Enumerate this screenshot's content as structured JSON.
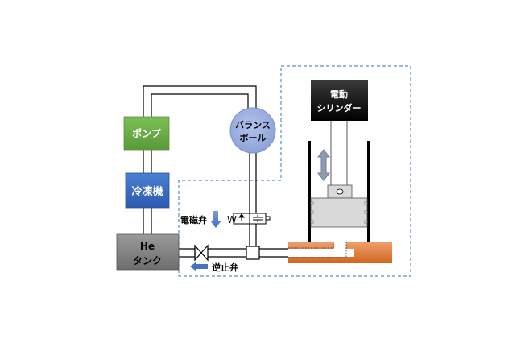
{
  "diagram": {
    "components": {
      "pump": {
        "label": "ポンプ",
        "color": "#6aa84f"
      },
      "refrigerator": {
        "label": "冷凍機",
        "color": "#3c6fc4"
      },
      "he_tank": {
        "label_line1": "He",
        "label_line2": "タンク",
        "color": "#808080"
      },
      "balance_ball": {
        "label_line1": "バランス",
        "label_line2": "ボール",
        "color": "#9aaee0"
      },
      "electric_cylinder": {
        "label_line1": "電動",
        "label_line2": "シリンダー",
        "color": "#000000"
      },
      "solenoid_valve": {
        "label": "電磁弁",
        "symbol_letter": "W"
      },
      "check_valve": {
        "label": "逆止弁"
      }
    },
    "colors": {
      "arrow_blue": "#4472c4",
      "dashed_border": "#5b8bd0",
      "base_orange": "#e07b39",
      "pipe": "#000000"
    }
  }
}
